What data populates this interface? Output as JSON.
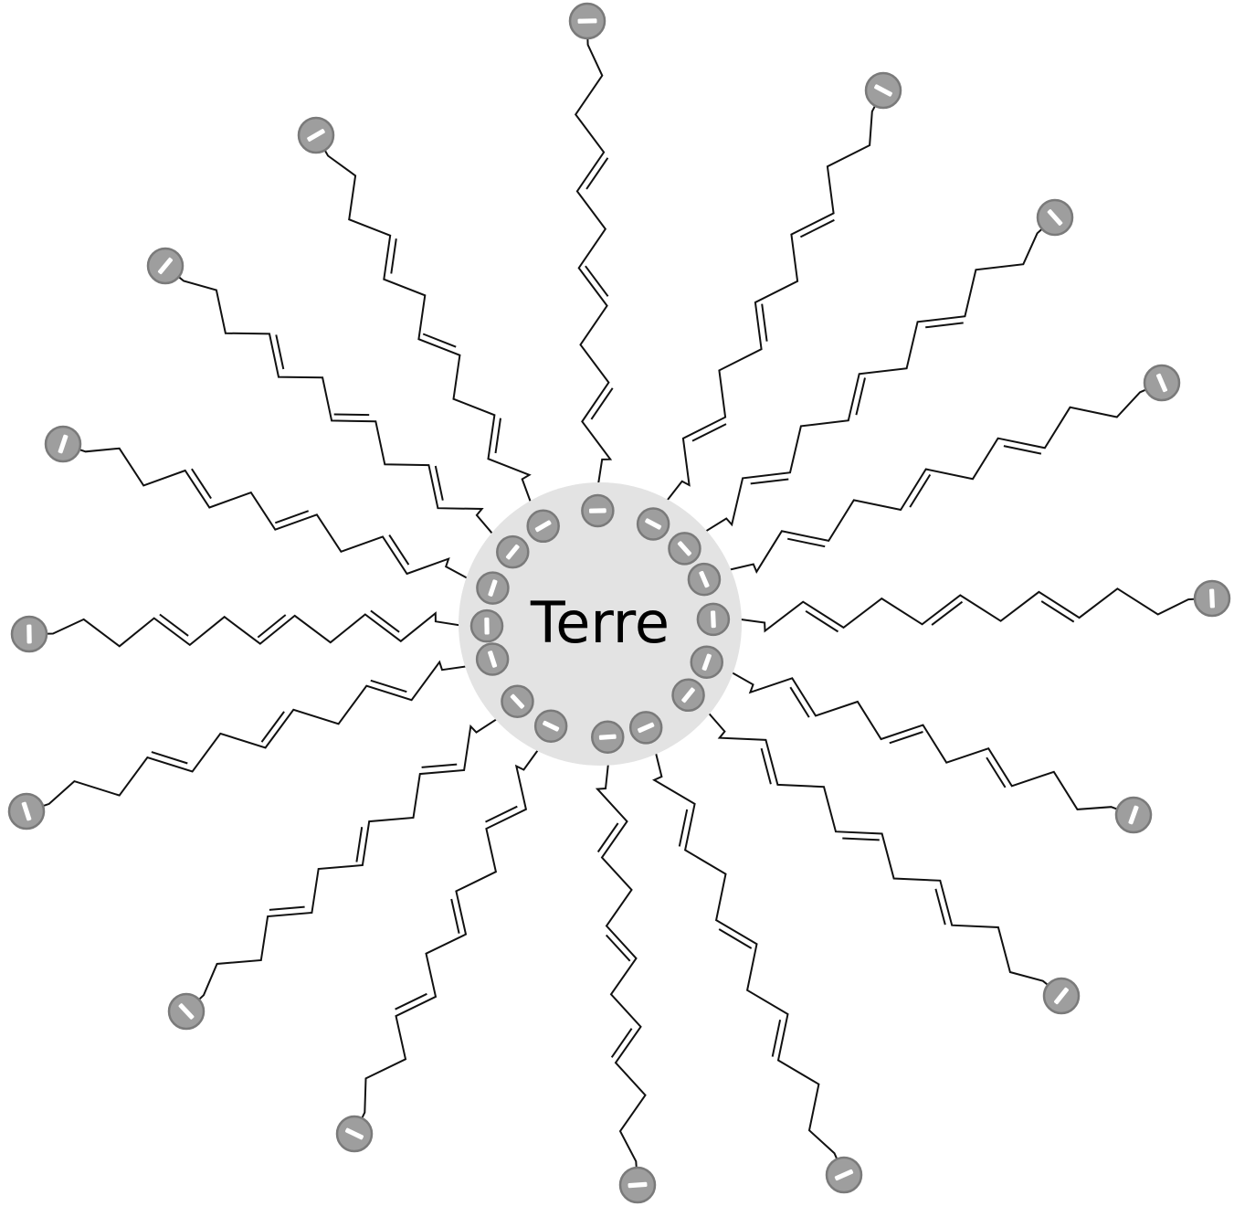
{
  "diagram": {
    "center_label": "Terre",
    "head_symbol": "minus",
    "colors": {
      "center_fill": "#e3e3e3",
      "head_fill": "#9e9e9e",
      "head_stroke": "#7a7a7a",
      "chain_stroke": "#111111",
      "minus_mark": "#ffffff"
    },
    "molecule_count": 16
  }
}
